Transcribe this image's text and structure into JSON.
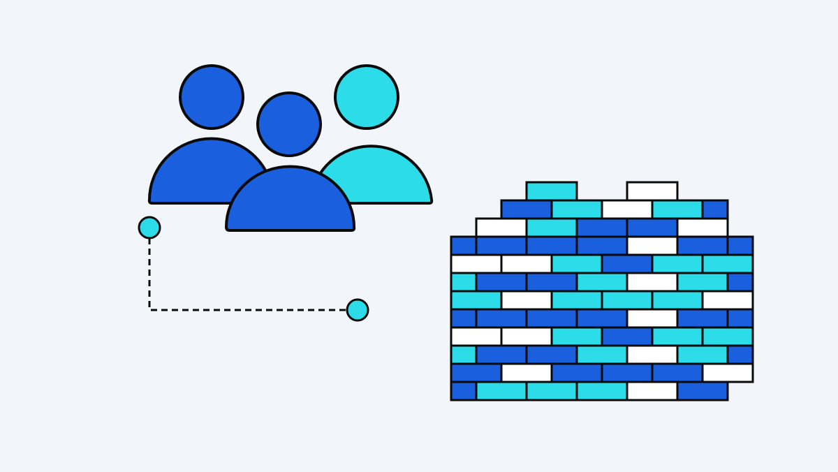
{
  "illustration": {
    "background_color": "#F2F6FA",
    "outline_color": "#0A0A0A",
    "palette": {
      "blue": "#1A5FDD",
      "cyan": "#2CDCE8",
      "white": "#FFFFFF"
    },
    "icons": {
      "people": "user-group-icon",
      "wall": "brick-wall-icon",
      "connector": "dashed-connector-icon"
    },
    "people": [
      {
        "color": "cyan"
      },
      {
        "color": "blue"
      },
      {
        "color": "blue"
      }
    ],
    "wall_rows": [
      [
        [
          0,
          2,
          "cyan"
        ],
        [
          4,
          2,
          "white"
        ]
      ],
      [
        [
          -1,
          2,
          "blue"
        ],
        [
          1,
          2,
          "cyan"
        ],
        [
          3,
          2,
          "white"
        ],
        [
          5,
          2,
          "cyan"
        ],
        [
          7,
          1,
          "blue"
        ]
      ],
      [
        [
          -2,
          2,
          "white"
        ],
        [
          0,
          2,
          "cyan"
        ],
        [
          2,
          2,
          "blue"
        ],
        [
          4,
          2,
          "blue"
        ],
        [
          6,
          2,
          "white"
        ]
      ],
      [
        [
          -3,
          1,
          "blue"
        ],
        [
          -2,
          2,
          "blue"
        ],
        [
          0,
          2,
          "blue"
        ],
        [
          2,
          2,
          "blue"
        ],
        [
          4,
          2,
          "white"
        ],
        [
          6,
          2,
          "blue"
        ],
        [
          8,
          1,
          "blue"
        ]
      ],
      [
        [
          -3,
          2,
          "white"
        ],
        [
          -1,
          2,
          "white"
        ],
        [
          1,
          2,
          "cyan"
        ],
        [
          3,
          2,
          "blue"
        ],
        [
          5,
          2,
          "cyan"
        ],
        [
          7,
          2,
          "cyan"
        ]
      ],
      [
        [
          -3,
          1,
          "cyan"
        ],
        [
          -2,
          2,
          "blue"
        ],
        [
          0,
          2,
          "blue"
        ],
        [
          2,
          2,
          "cyan"
        ],
        [
          4,
          2,
          "white"
        ],
        [
          6,
          2,
          "cyan"
        ],
        [
          8,
          1,
          "blue"
        ]
      ],
      [
        [
          -3,
          2,
          "cyan"
        ],
        [
          -1,
          2,
          "white"
        ],
        [
          1,
          2,
          "cyan"
        ],
        [
          3,
          2,
          "cyan"
        ],
        [
          5,
          2,
          "cyan"
        ],
        [
          7,
          2,
          "white"
        ]
      ],
      [
        [
          -3,
          1,
          "blue"
        ],
        [
          -2,
          2,
          "blue"
        ],
        [
          0,
          2,
          "blue"
        ],
        [
          2,
          2,
          "blue"
        ],
        [
          4,
          2,
          "white"
        ],
        [
          6,
          2,
          "blue"
        ],
        [
          8,
          1,
          "blue"
        ]
      ],
      [
        [
          -3,
          2,
          "white"
        ],
        [
          -1,
          2,
          "white"
        ],
        [
          1,
          2,
          "cyan"
        ],
        [
          3,
          2,
          "blue"
        ],
        [
          5,
          2,
          "cyan"
        ],
        [
          7,
          2,
          "cyan"
        ]
      ],
      [
        [
          -3,
          1,
          "cyan"
        ],
        [
          -2,
          2,
          "blue"
        ],
        [
          0,
          2,
          "blue"
        ],
        [
          2,
          2,
          "cyan"
        ],
        [
          4,
          2,
          "white"
        ],
        [
          6,
          2,
          "cyan"
        ],
        [
          8,
          1,
          "blue"
        ]
      ],
      [
        [
          -3,
          2,
          "blue"
        ],
        [
          -1,
          2,
          "white"
        ],
        [
          1,
          2,
          "blue"
        ],
        [
          3,
          2,
          "blue"
        ],
        [
          5,
          2,
          "blue"
        ],
        [
          7,
          2,
          "white"
        ]
      ],
      [
        [
          -3,
          1,
          "blue"
        ],
        [
          -2,
          2,
          "cyan"
        ],
        [
          0,
          2,
          "cyan"
        ],
        [
          2,
          2,
          "cyan"
        ],
        [
          4,
          2,
          "white"
        ],
        [
          6,
          2,
          "blue"
        ]
      ]
    ]
  }
}
